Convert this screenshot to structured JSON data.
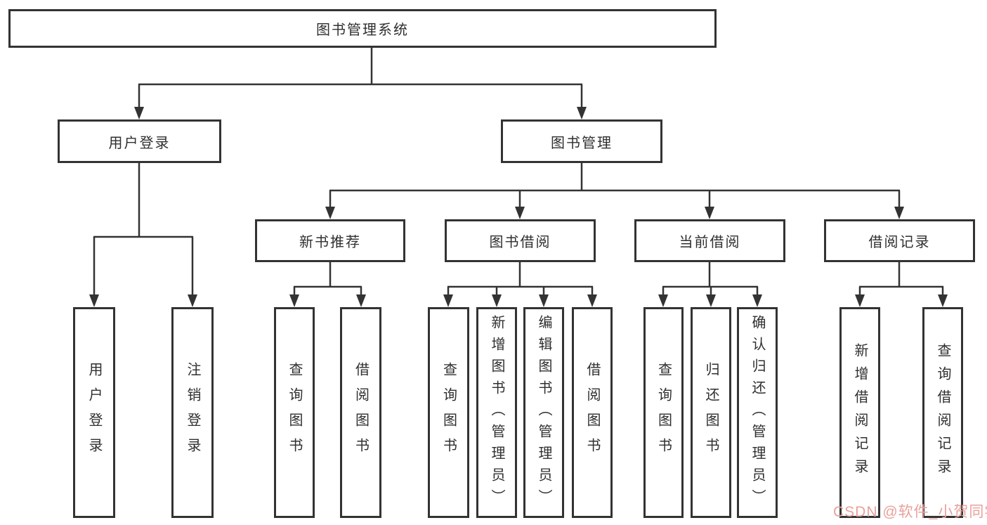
{
  "tree": {
    "root": {
      "label": "图书管理系统"
    },
    "branches": [
      {
        "label": "用户登录",
        "children": [
          {
            "label": "用户登录"
          },
          {
            "label": "注销登录"
          }
        ]
      },
      {
        "label": "图书管理",
        "children": [
          {
            "label": "新书推荐",
            "children": [
              {
                "label": "查询图书"
              },
              {
                "label": "借阅图书"
              }
            ]
          },
          {
            "label": "图书借阅",
            "children": [
              {
                "label": "查询图书"
              },
              {
                "label": "新增图书（管理员）"
              },
              {
                "label": "编辑图书（管理员）"
              },
              {
                "label": "借阅图书"
              }
            ]
          },
          {
            "label": "当前借阅",
            "children": [
              {
                "label": "查询图书"
              },
              {
                "label": "归还图书"
              },
              {
                "label": "确认归还（管理员）"
              }
            ]
          },
          {
            "label": "借阅记录",
            "children": [
              {
                "label": "新增借阅记录"
              },
              {
                "label": "查询借阅记录"
              }
            ]
          }
        ]
      }
    ]
  },
  "watermark": {
    "text": "CSDN @软件_小贺同学",
    "color": "#e9a19b"
  },
  "colors": {
    "line": "#333333",
    "text": "#2f2f2f",
    "box_background": "#ffffff",
    "page_background": "#ffffff"
  }
}
